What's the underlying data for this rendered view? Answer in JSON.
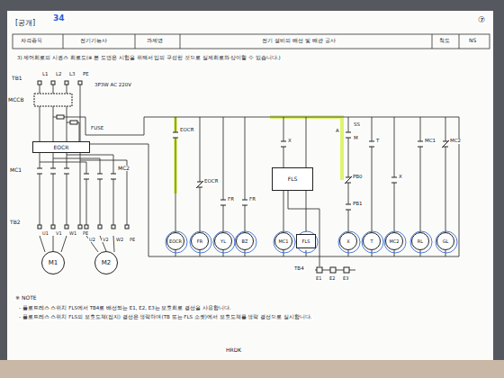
{
  "diagram": {
    "nodes": [
      {
        "text": [
          "EOCR"
        ]
      },
      {
        "text": [
          "M1"
        ]
      },
      {
        "text": [
          "M2"
        ]
      },
      {
        "text": [
          "FLS"
        ]
      },
      {
        "text": [
          "EOCR"
        ]
      },
      {
        "text": [
          "FR"
        ]
      },
      {
        "text": [
          "YL"
        ]
      },
      {
        "text": [
          "BZ"
        ]
      },
      {
        "text": [
          "MC1"
        ]
      },
      {
        "text": [
          "FLS"
        ]
      },
      {
        "text": [
          "X"
        ]
      },
      {
        "text": [
          "T"
        ]
      },
      {
        "text": [
          "MC2"
        ]
      },
      {
        "text": [
          "RL"
        ]
      },
      {
        "text": [
          "GL"
        ]
      }
    ],
    "labels": [
      "[공개]",
      "34",
      "⑦",
      "자격종목",
      "전기기능사",
      "과제명",
      "전기 설비의 배선 및 배관 공사",
      "척도",
      "NS",
      "3) 제어회로의 시퀀스 회로도(※ 본 도면은 시험을 위해서 임의 구성한 것으로 실제회로와 상이할 수 있습니다.)",
      "TB1",
      "L1",
      "L2",
      "L3",
      "PE",
      "3P3W AC 220V",
      "MCCB",
      "FUSE",
      "MC1",
      "MC2",
      "TB2",
      "U1",
      "V1",
      "W1",
      "PE",
      "U2",
      "V2",
      "W2",
      "PE",
      "EOCR",
      "EOCR",
      "FR",
      "FR",
      "X",
      "A",
      "SS",
      "M",
      "T",
      "PB0",
      "X",
      "PB1",
      "MC1",
      "MC2",
      "TB4",
      "E1",
      "E2",
      "E3",
      "※ NOTE",
      "- 플로트레스 스위치 FLS에서 TB4로 배선되는 E1, E2, E3는 보호회로 결선을 사용합니다.",
      "- 플로트레스 스위치 FLS의 보호도체(접지) 결선은 생략하며(TB 또는 FLS 소켓)에서 보호도체를 생략 결선으로 실시합니다.",
      "HRDK"
    ]
  }
}
